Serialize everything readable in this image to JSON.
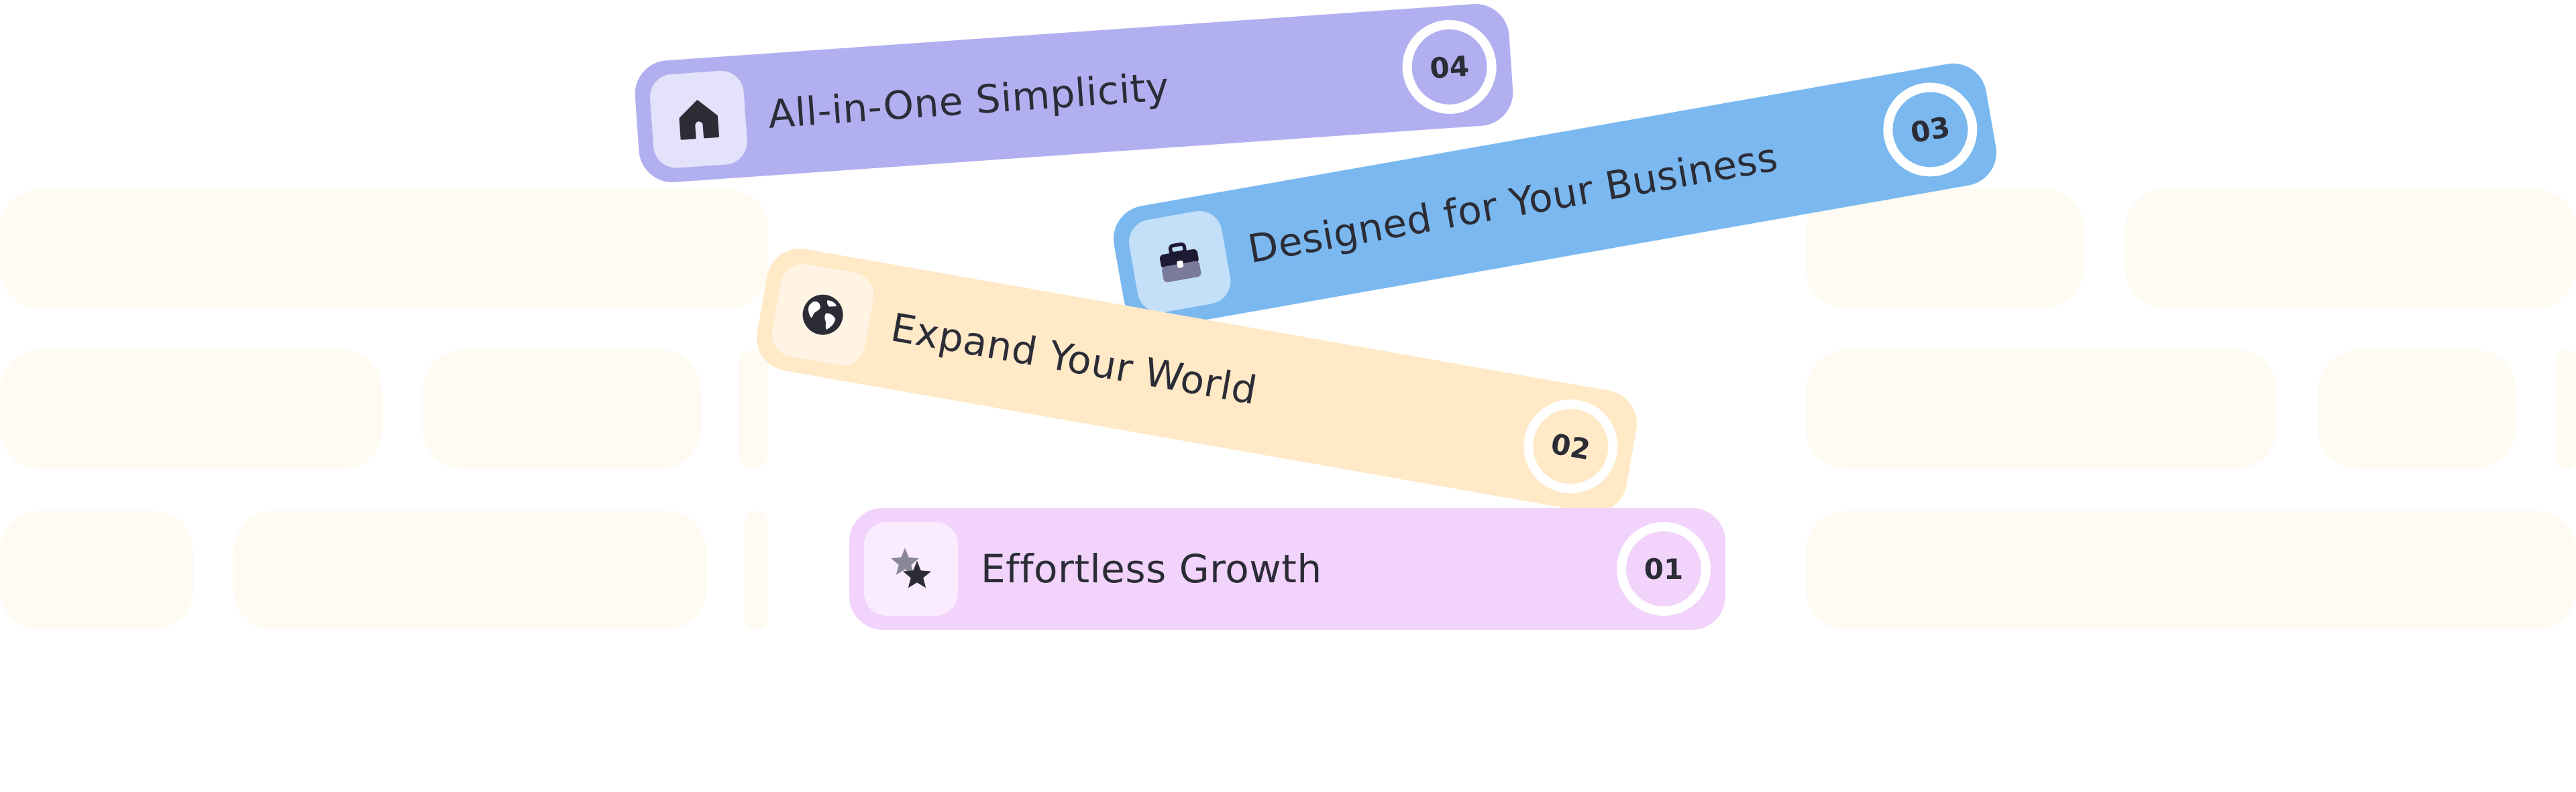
{
  "features": [
    {
      "label": "Effortless Growth",
      "number": "01",
      "icon": "star-icon"
    },
    {
      "label": "Expand Your World",
      "number": "02",
      "icon": "globe-icon"
    },
    {
      "label": "Designed for Your Business",
      "number": "03",
      "icon": "briefcase-icon"
    },
    {
      "label": "All-in-One Simplicity",
      "number": "04",
      "icon": "home-icon"
    }
  ],
  "colors": {
    "text": "#2b2c36",
    "card_01": "#f1d3fb",
    "card_02": "#ffe9c6",
    "card_03": "#7ab8ef",
    "card_04": "#b2aff0",
    "background_pill": "#fffaf2"
  }
}
